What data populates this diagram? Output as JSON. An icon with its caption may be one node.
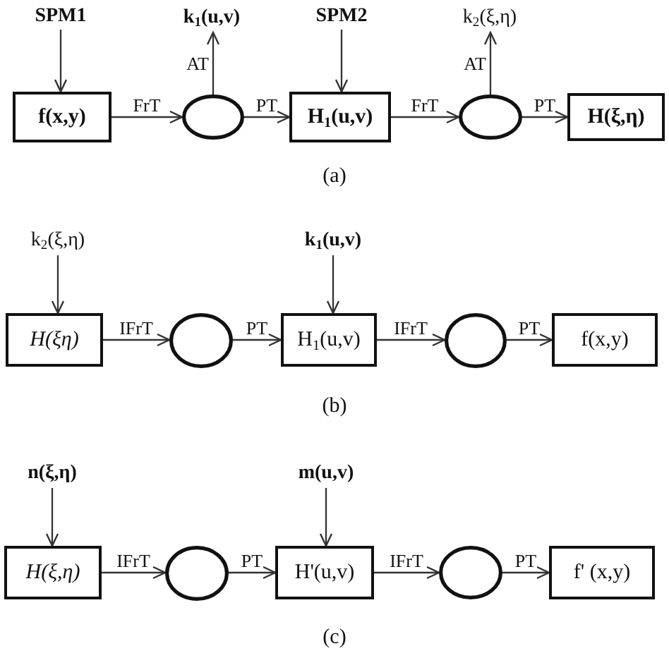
{
  "diagram": {
    "nodes": [
      {
        "text": [
          "SPM1"
        ]
      },
      {
        "text": [
          "f(x,y)"
        ]
      },
      {
        "text": [],
        "shape": "ellipse"
      },
      {
        "text": [
          "k$_{1}$(u,v)"
        ]
      },
      {
        "text": [
          "SPM2"
        ]
      },
      {
        "text": [
          "H$_{1}$(u,v)"
        ]
      },
      {
        "text": [],
        "shape": "ellipse"
      },
      {
        "text": [
          "k$_{2}$(ξ,η)"
        ]
      },
      {
        "text": [
          "H(ξ,η)"
        ]
      },
      {
        "text": [
          "k$_{2}$(ξ,η)"
        ]
      },
      {
        "text": [
          "H(ξη)"
        ]
      },
      {
        "text": [],
        "shape": "ellipse"
      },
      {
        "text": [
          "k$_{1}$(u,v)"
        ]
      },
      {
        "text": [
          "H$_{1}$(u,v)"
        ]
      },
      {
        "text": [],
        "shape": "ellipse"
      },
      {
        "text": [
          "f(x,y)"
        ]
      },
      {
        "text": [
          "n(ξ,η)"
        ]
      },
      {
        "text": [
          "H(ξ,η)"
        ]
      },
      {
        "text": [],
        "shape": "ellipse"
      },
      {
        "text": [
          "m(u,v)"
        ]
      },
      {
        "text": [
          "H'(u,v)"
        ]
      },
      {
        "text": [],
        "shape": "ellipse"
      },
      {
        "text": [
          "f' (x,y)"
        ]
      }
    ],
    "edges": [
      {
        "from": 0,
        "to": 1,
        "arrow": "to"
      },
      {
        "from": 1,
        "to": 2,
        "arrow": "to",
        "label": "FrT"
      },
      {
        "from": 2,
        "to": 3,
        "arrow": "to",
        "label": "AT"
      },
      {
        "from": 2,
        "to": 5,
        "arrow": "to",
        "label": "PT"
      },
      {
        "from": 4,
        "to": 5,
        "arrow": "to"
      },
      {
        "from": 5,
        "to": 6,
        "arrow": "to",
        "label": "FrT"
      },
      {
        "from": 6,
        "to": 7,
        "arrow": "to",
        "label": "AT"
      },
      {
        "from": 6,
        "to": 8,
        "arrow": "to",
        "label": "PT"
      },
      {
        "from": 9,
        "to": 10,
        "arrow": "to"
      },
      {
        "from": 10,
        "to": 11,
        "arrow": "to",
        "label": "IFrT"
      },
      {
        "from": 11,
        "to": 13,
        "arrow": "to",
        "label": "PT"
      },
      {
        "from": 12,
        "to": 13,
        "arrow": "to"
      },
      {
        "from": 13,
        "to": 14,
        "arrow": "to",
        "label": "IFrT"
      },
      {
        "from": 14,
        "to": 15,
        "arrow": "to",
        "label": "PT"
      },
      {
        "from": 16,
        "to": 17,
        "arrow": "to"
      },
      {
        "from": 17,
        "to": 18,
        "arrow": "to",
        "label": "IFrT"
      },
      {
        "from": 18,
        "to": 20,
        "arrow": "to",
        "label": "PT"
      },
      {
        "from": 19,
        "to": 20,
        "arrow": "to"
      },
      {
        "from": 20,
        "to": 21,
        "arrow": "to",
        "label": "IFrT"
      },
      {
        "from": 21,
        "to": 22,
        "arrow": "to",
        "label": "PT"
      }
    ],
    "labels": [
      "(a)",
      "(b)",
      "(c)"
    ]
  }
}
